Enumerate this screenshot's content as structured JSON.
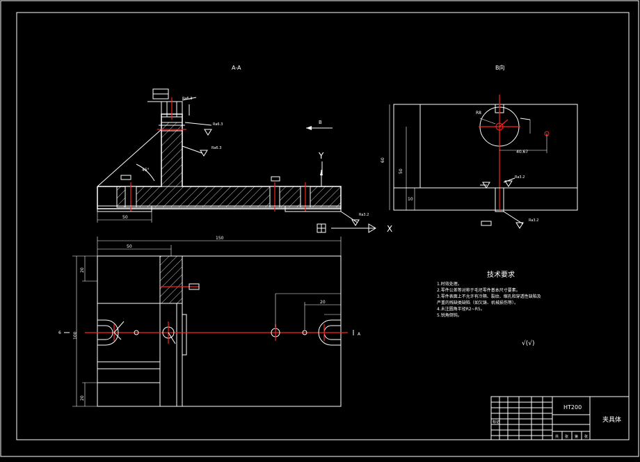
{
  "colors": {
    "background": "#000000",
    "line": "#ffffff",
    "centerline": "#ff2020",
    "hatch": "#ffffff"
  },
  "section_views": {
    "section_aa_label": "A-A",
    "view_b_label": "B向",
    "view_arrow_label": "B",
    "axis_y_label": "Y",
    "axis_x_label": "X"
  },
  "dimensions": {
    "section_left_dim": "50",
    "plan_top_dim": "50",
    "plan_overall_dim": "150",
    "plan_height_dim": "100",
    "plan_lower_dim": "20",
    "plan_upper_dim": "20",
    "plan_right_dim": "20",
    "view_b_height": "60",
    "view_b_inner": "50",
    "view_b_low": "10",
    "view_b_width": "40.67",
    "view_b_radius": "R8",
    "section_mark_left": "6",
    "section_mark_right": "A"
  },
  "surface_marks": {
    "ra_1": "Ra6.3",
    "ra_2": "Ra6.3",
    "ra_3": "Ra6.3",
    "ra_4": "Ra3.2",
    "ra_5": "Ra3.2",
    "ra_6": "Ra3.2",
    "general_roughness": "√(√)"
  },
  "tech_requirements": {
    "title": "技术要求",
    "items": [
      "1.时效处理。",
      "2.零件公差等对称于毛坯零件基本尺寸要素。",
      "3.零件表面上不允许有冷隔、裂纹、缩孔和穿透性缺陷及",
      "严重的残缺类缺陷（如欠铸、机械损伤等）。",
      "4.未注圆角半径R2~R5。",
      "5.锐角倒钝。"
    ]
  },
  "title_block": {
    "material": "HT200",
    "part_name": "夹具体",
    "row_label": "标记",
    "bottom_labels": [
      "共",
      "张",
      "第",
      "张"
    ]
  }
}
